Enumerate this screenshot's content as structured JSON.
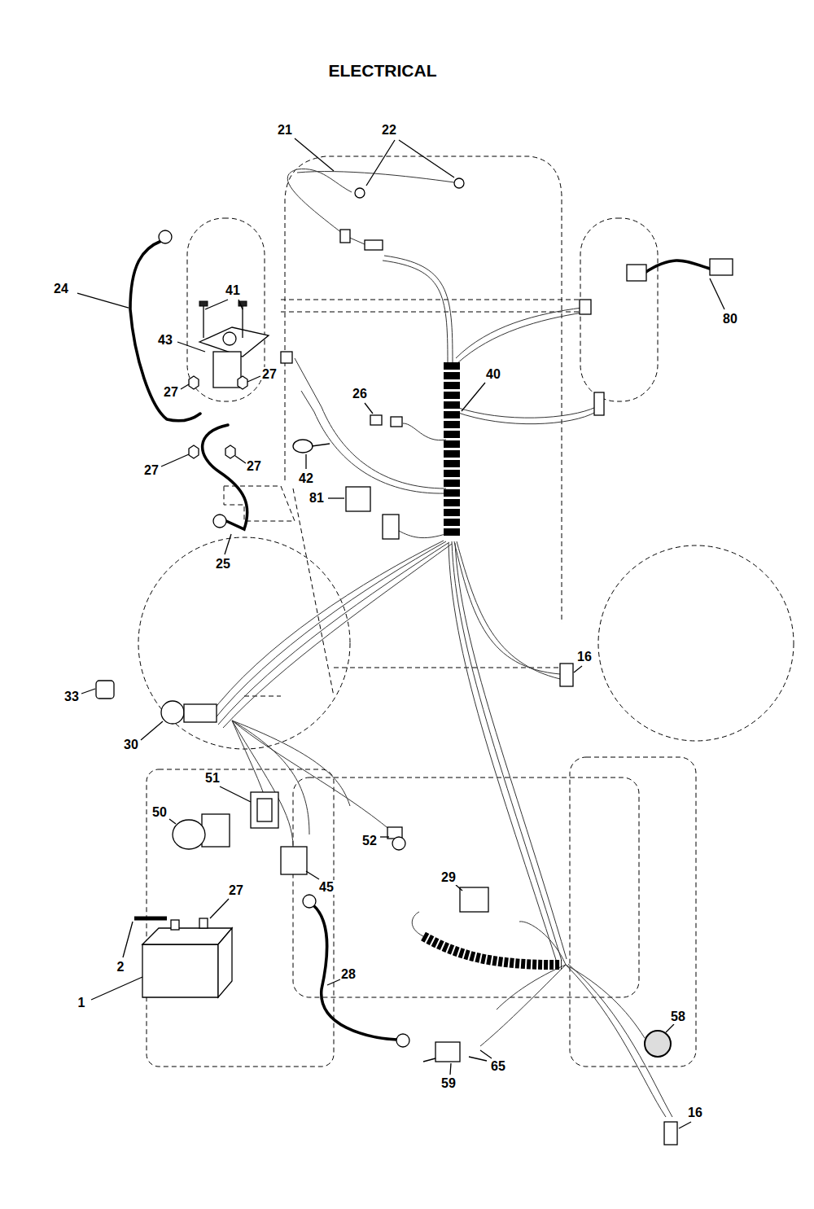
{
  "diagram": {
    "title": "ELECTRICAL",
    "labels": [
      "21",
      "22",
      "24",
      "41",
      "80",
      "43",
      "27",
      "27",
      "40",
      "26",
      "27",
      "27",
      "42",
      "81",
      "25",
      "16",
      "33",
      "30",
      "51",
      "50",
      "52",
      "45",
      "29",
      "27",
      "2",
      "28",
      "1",
      "58",
      "65",
      "59",
      "16"
    ]
  }
}
